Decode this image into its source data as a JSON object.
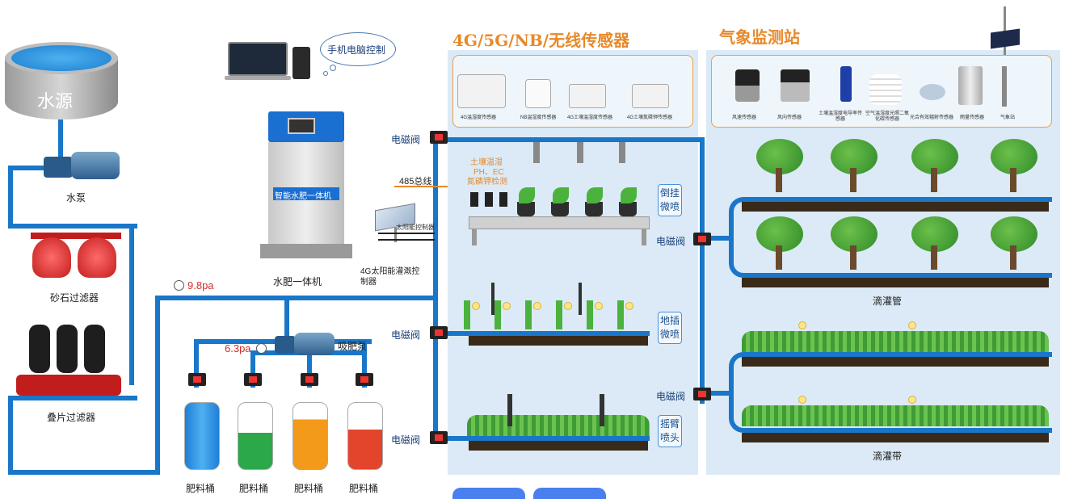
{
  "water_source": {
    "label": "水源"
  },
  "equipment": {
    "pump": "水泵",
    "sand_filter": "砂石过滤器",
    "disc_filter": "叠片过滤器",
    "suction_pump": "吸肥泵",
    "fert_machine": "水肥一体机",
    "fert_machine_screen": "智能水肥一体机",
    "solar_controller": "4G太阳能灌溉控制器",
    "solar_panel_text": "太阳能控制器",
    "control_bubble": "手机电脑控制",
    "bus_label": "485总线"
  },
  "pressure": {
    "main": "9.8pa",
    "suction": "6.3pa"
  },
  "barrels": [
    {
      "label": "肥料桶",
      "color": "#2a8ee0"
    },
    {
      "label": "肥料桶",
      "color": "#2aa84a"
    },
    {
      "label": "肥料桶",
      "color": "#f39a1a"
    },
    {
      "label": "肥料桶",
      "color": "#e2452b"
    }
  ],
  "sensors_panel": {
    "title": "4G/5G/NB/无线传感器",
    "items": [
      "4G温湿度传感器",
      "NB温湿度传感器",
      "4G土壤温湿度传感器",
      "4G土壤氮磷钾传感器"
    ],
    "soil_detect": [
      "土壤温湿",
      "PH、EC",
      "氮磷钾检测"
    ],
    "methods": [
      {
        "label": [
          "倒挂",
          "微喷"
        ]
      },
      {
        "label": [
          "地插",
          "微喷"
        ]
      },
      {
        "label": [
          "摇臂",
          "喷头"
        ]
      }
    ]
  },
  "weather_panel": {
    "title": "气象监测站",
    "items": [
      "风速传感器",
      "风向传感器",
      "土壤温湿度电导率传感器",
      "空气温湿度光照二氧化碳传感器",
      "光合有效辐射传感器",
      "雨量传感器",
      "气象站"
    ],
    "drip_pipe": "滴灌管",
    "drip_tape": "滴灌带"
  },
  "valves": {
    "label": "电磁阀"
  }
}
